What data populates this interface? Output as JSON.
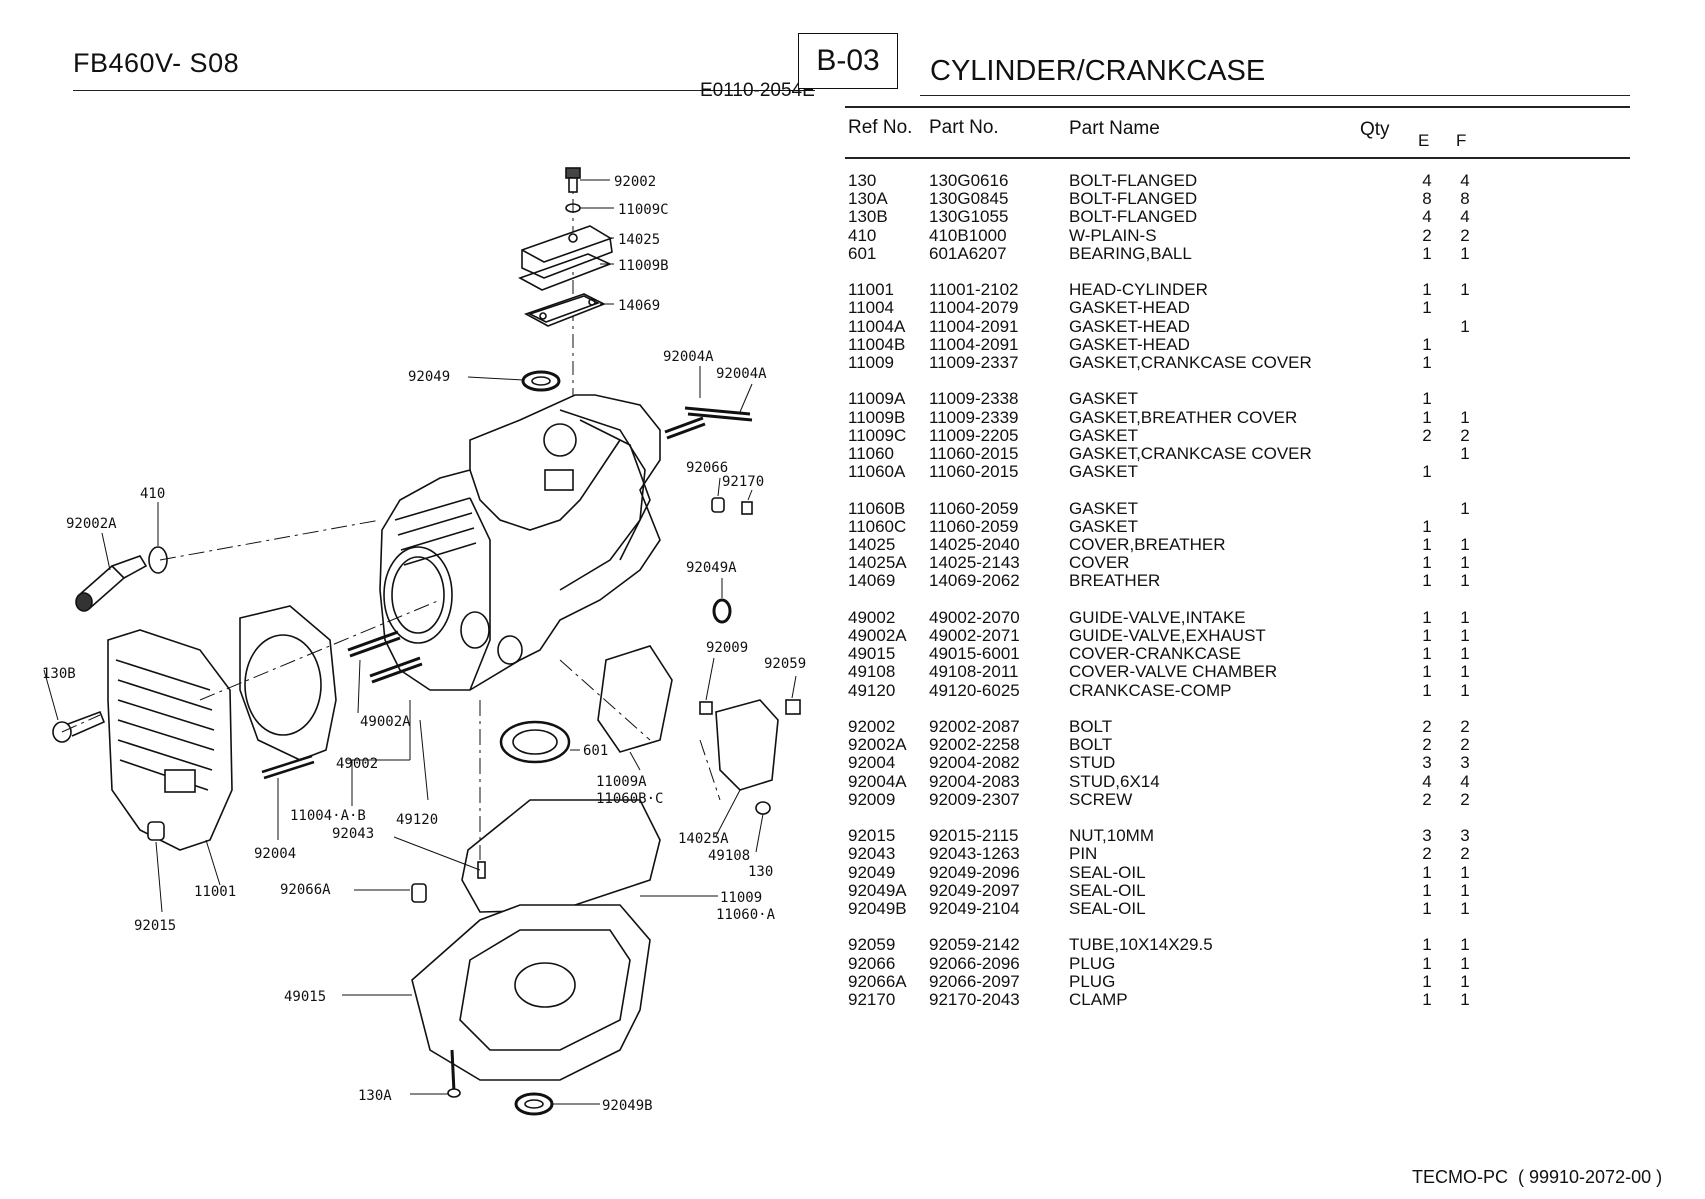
{
  "header": {
    "model": "FB460V- S08",
    "section_code": "B-03",
    "doc_code": "E0110-2054E",
    "section_title": "CYLINDER/CRANKCASE"
  },
  "table": {
    "columns": {
      "ref": "Ref No.",
      "part": "Part No.",
      "name": "Part Name",
      "qty": "Qty",
      "e": "E",
      "f": "F"
    },
    "groups": [
      [
        {
          "ref": "130",
          "part": "130G0616",
          "name": "BOLT-FLANGED",
          "e": "4",
          "f": "4"
        },
        {
          "ref": "130A",
          "part": "130G0845",
          "name": "BOLT-FLANGED",
          "e": "8",
          "f": "8"
        },
        {
          "ref": "130B",
          "part": "130G1055",
          "name": "BOLT-FLANGED",
          "e": "4",
          "f": "4"
        },
        {
          "ref": "410",
          "part": "410B1000",
          "name": "W-PLAIN-S",
          "e": "2",
          "f": "2"
        },
        {
          "ref": "601",
          "part": "601A6207",
          "name": "BEARING,BALL",
          "e": "1",
          "f": "1"
        }
      ],
      [
        {
          "ref": "11001",
          "part": "11001-2102",
          "name": "HEAD-CYLINDER",
          "e": "1",
          "f": "1"
        },
        {
          "ref": "11004",
          "part": "11004-2079",
          "name": "GASKET-HEAD",
          "e": "1",
          "f": ""
        },
        {
          "ref": "11004A",
          "part": "11004-2091",
          "name": "GASKET-HEAD",
          "e": "",
          "f": "1"
        },
        {
          "ref": "11004B",
          "part": "11004-2091",
          "name": "GASKET-HEAD",
          "e": "1",
          "f": ""
        },
        {
          "ref": "11009",
          "part": "11009-2337",
          "name": "GASKET,CRANKCASE COVER",
          "e": "1",
          "f": ""
        }
      ],
      [
        {
          "ref": "11009A",
          "part": "11009-2338",
          "name": "GASKET",
          "e": "1",
          "f": ""
        },
        {
          "ref": "11009B",
          "part": "11009-2339",
          "name": "GASKET,BREATHER COVER",
          "e": "1",
          "f": "1"
        },
        {
          "ref": "11009C",
          "part": "11009-2205",
          "name": "GASKET",
          "e": "2",
          "f": "2"
        },
        {
          "ref": "11060",
          "part": "11060-2015",
          "name": "GASKET,CRANKCASE COVER",
          "e": "",
          "f": "1"
        },
        {
          "ref": "11060A",
          "part": "11060-2015",
          "name": "GASKET",
          "e": "1",
          "f": ""
        }
      ],
      [
        {
          "ref": "11060B",
          "part": "11060-2059",
          "name": "GASKET",
          "e": "",
          "f": "1"
        },
        {
          "ref": "11060C",
          "part": "11060-2059",
          "name": "GASKET",
          "e": "1",
          "f": ""
        },
        {
          "ref": "14025",
          "part": "14025-2040",
          "name": "COVER,BREATHER",
          "e": "1",
          "f": "1"
        },
        {
          "ref": "14025A",
          "part": "14025-2143",
          "name": "COVER",
          "e": "1",
          "f": "1"
        },
        {
          "ref": "14069",
          "part": "14069-2062",
          "name": "BREATHER",
          "e": "1",
          "f": "1"
        }
      ],
      [
        {
          "ref": "49002",
          "part": "49002-2070",
          "name": "GUIDE-VALVE,INTAKE",
          "e": "1",
          "f": "1"
        },
        {
          "ref": "49002A",
          "part": "49002-2071",
          "name": "GUIDE-VALVE,EXHAUST",
          "e": "1",
          "f": "1"
        },
        {
          "ref": "49015",
          "part": "49015-6001",
          "name": "COVER-CRANKCASE",
          "e": "1",
          "f": "1"
        },
        {
          "ref": "49108",
          "part": "49108-2011",
          "name": "COVER-VALVE CHAMBER",
          "e": "1",
          "f": "1"
        },
        {
          "ref": "49120",
          "part": "49120-6025",
          "name": "CRANKCASE-COMP",
          "e": "1",
          "f": "1"
        }
      ],
      [
        {
          "ref": "92002",
          "part": "92002-2087",
          "name": "BOLT",
          "e": "2",
          "f": "2"
        },
        {
          "ref": "92002A",
          "part": "92002-2258",
          "name": "BOLT",
          "e": "2",
          "f": "2"
        },
        {
          "ref": "92004",
          "part": "92004-2082",
          "name": "STUD",
          "e": "3",
          "f": "3"
        },
        {
          "ref": "92004A",
          "part": "92004-2083",
          "name": "STUD,6X14",
          "e": "4",
          "f": "4"
        },
        {
          "ref": "92009",
          "part": "92009-2307",
          "name": "SCREW",
          "e": "2",
          "f": "2"
        }
      ],
      [
        {
          "ref": "92015",
          "part": "92015-2115",
          "name": "NUT,10MM",
          "e": "3",
          "f": "3"
        },
        {
          "ref": "92043",
          "part": "92043-1263",
          "name": "PIN",
          "e": "2",
          "f": "2"
        },
        {
          "ref": "92049",
          "part": "92049-2096",
          "name": "SEAL-OIL",
          "e": "1",
          "f": "1"
        },
        {
          "ref": "92049A",
          "part": "92049-2097",
          "name": "SEAL-OIL",
          "e": "1",
          "f": "1"
        },
        {
          "ref": "92049B",
          "part": "92049-2104",
          "name": "SEAL-OIL",
          "e": "1",
          "f": "1"
        }
      ],
      [
        {
          "ref": "92059",
          "part": "92059-2142",
          "name": "TUBE,10X14X29.5",
          "e": "1",
          "f": "1"
        },
        {
          "ref": "92066",
          "part": "92066-2096",
          "name": "PLUG",
          "e": "1",
          "f": "1"
        },
        {
          "ref": "92066A",
          "part": "92066-2097",
          "name": "PLUG",
          "e": "1",
          "f": "1"
        },
        {
          "ref": "92170",
          "part": "92170-2043",
          "name": "CLAMP",
          "e": "1",
          "f": "1"
        }
      ]
    ]
  },
  "diagram": {
    "callouts": {
      "c92002": "92002",
      "c11009C": "11009C",
      "c14025": "14025",
      "c11009B": "11009B",
      "c14069": "14069",
      "c92004A_1": "92004A",
      "c92004A_2": "92004A",
      "c92049": "92049",
      "c92066": "92066",
      "c92170": "92170",
      "c410": "410",
      "c92002A": "92002A",
      "c92049A": "92049A",
      "c92009": "92009",
      "c92059": "92059",
      "c130B": "130B",
      "c49002A": "49002A",
      "c601": "601",
      "c49002": "49002",
      "c11009A": "11009A",
      "c11060BC": "11060B·C",
      "c11004AB": "11004·A·B",
      "c49120": "49120",
      "c92043": "92043",
      "c14025A": "14025A",
      "c49108": "49108",
      "c130": "130",
      "c92004": "92004",
      "c11001": "11001",
      "c92066A": "92066A",
      "c11009": "11009",
      "c11060A": "11060·A",
      "c92015": "92015",
      "c49015": "49015",
      "c130A": "130A",
      "c92049B": "92049B"
    }
  },
  "footer": {
    "text": "TECMO-PC  ( 99910-2072-00 )"
  }
}
